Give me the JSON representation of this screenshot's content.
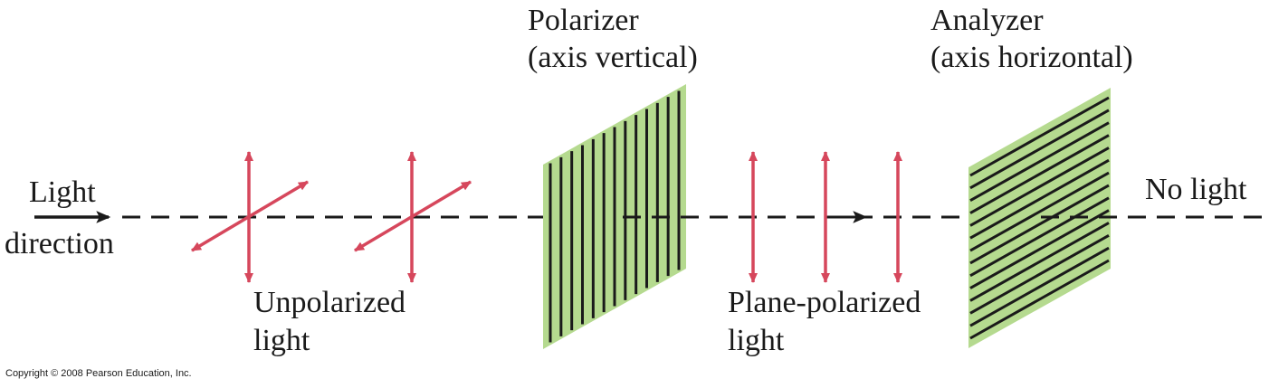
{
  "labels": {
    "light_direction": [
      "Light",
      "direction"
    ],
    "unpolarized": [
      "Unpolarized",
      "light"
    ],
    "polarizer": [
      "Polarizer",
      "(axis vertical)"
    ],
    "plane_polarized": [
      "Plane-polarized",
      "light"
    ],
    "analyzer": [
      "Analyzer",
      "(axis horizontal)"
    ],
    "no_light": "No light",
    "copyright": "Copyright © 2008 Pearson Education, Inc."
  },
  "colors": {
    "filter": "#b5da8f",
    "arrow": "#d6475c",
    "line": "#1a1a1a"
  },
  "icons": {
    "direction_arrow": "arrow-right-icon",
    "polarizer": "vertical-slit-filter-icon",
    "analyzer": "horizontal-slit-filter-icon"
  }
}
